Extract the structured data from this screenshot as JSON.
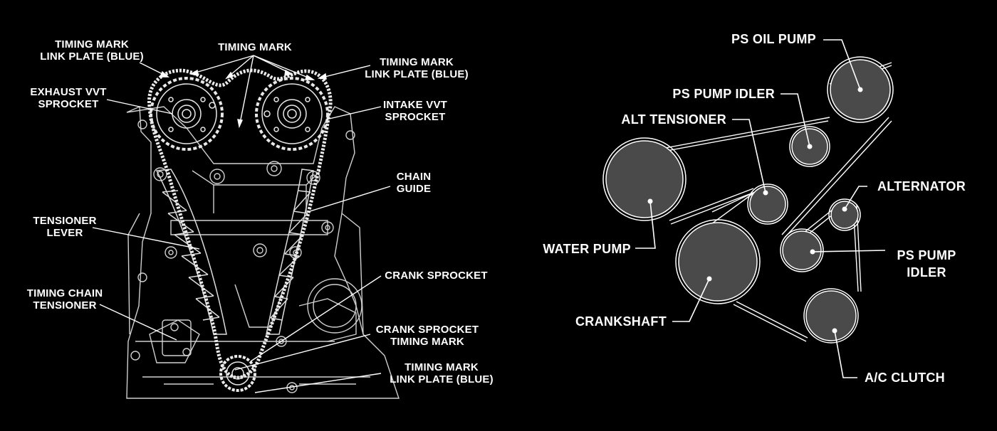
{
  "timing_diagram": {
    "labels": {
      "timing_mark_link_plate_left": [
        "TIMING MARK",
        "LINK PLATE (BLUE)"
      ],
      "timing_mark_top": [
        "TIMING MARK"
      ],
      "timing_mark_link_plate_right": [
        "TIMING MARK",
        "LINK PLATE (BLUE)"
      ],
      "exhaust_vvt_sprocket": [
        "EXHAUST VVT",
        "SPROCKET"
      ],
      "intake_vvt_sprocket": [
        "INTAKE VVT",
        "SPROCKET"
      ],
      "chain_guide": [
        "CHAIN",
        "GUIDE"
      ],
      "tensioner_lever": [
        "TENSIONER",
        "LEVER"
      ],
      "crank_sprocket": [
        "CRANK SPROCKET"
      ],
      "timing_chain_tensioner": [
        "TIMING CHAIN",
        "TENSIONER"
      ],
      "crank_sprocket_timing_mark": [
        "CRANK SPROCKET",
        "TIMING MARK"
      ],
      "timing_mark_link_plate_bottom": [
        "TIMING MARK",
        "LINK PLATE (BLUE)"
      ]
    }
  },
  "belt_diagram": {
    "labels": {
      "ps_oil_pump": [
        "PS OIL PUMP"
      ],
      "ps_pump_idler_top": [
        "PS PUMP IDLER"
      ],
      "alt_tensioner": [
        "ALT TENSIONER"
      ],
      "alternator": [
        "ALTERNATOR"
      ],
      "water_pump": [
        "WATER PUMP"
      ],
      "ps_pump_idler_right": [
        "PS PUMP",
        "IDLER"
      ],
      "crankshaft": [
        "CRANKSHAFT"
      ],
      "ac_clutch": [
        "A/C CLUTCH"
      ]
    }
  },
  "colors": {
    "background": "#000000",
    "line": "#ffffff",
    "pulley_fill": "#4a4a4a"
  }
}
